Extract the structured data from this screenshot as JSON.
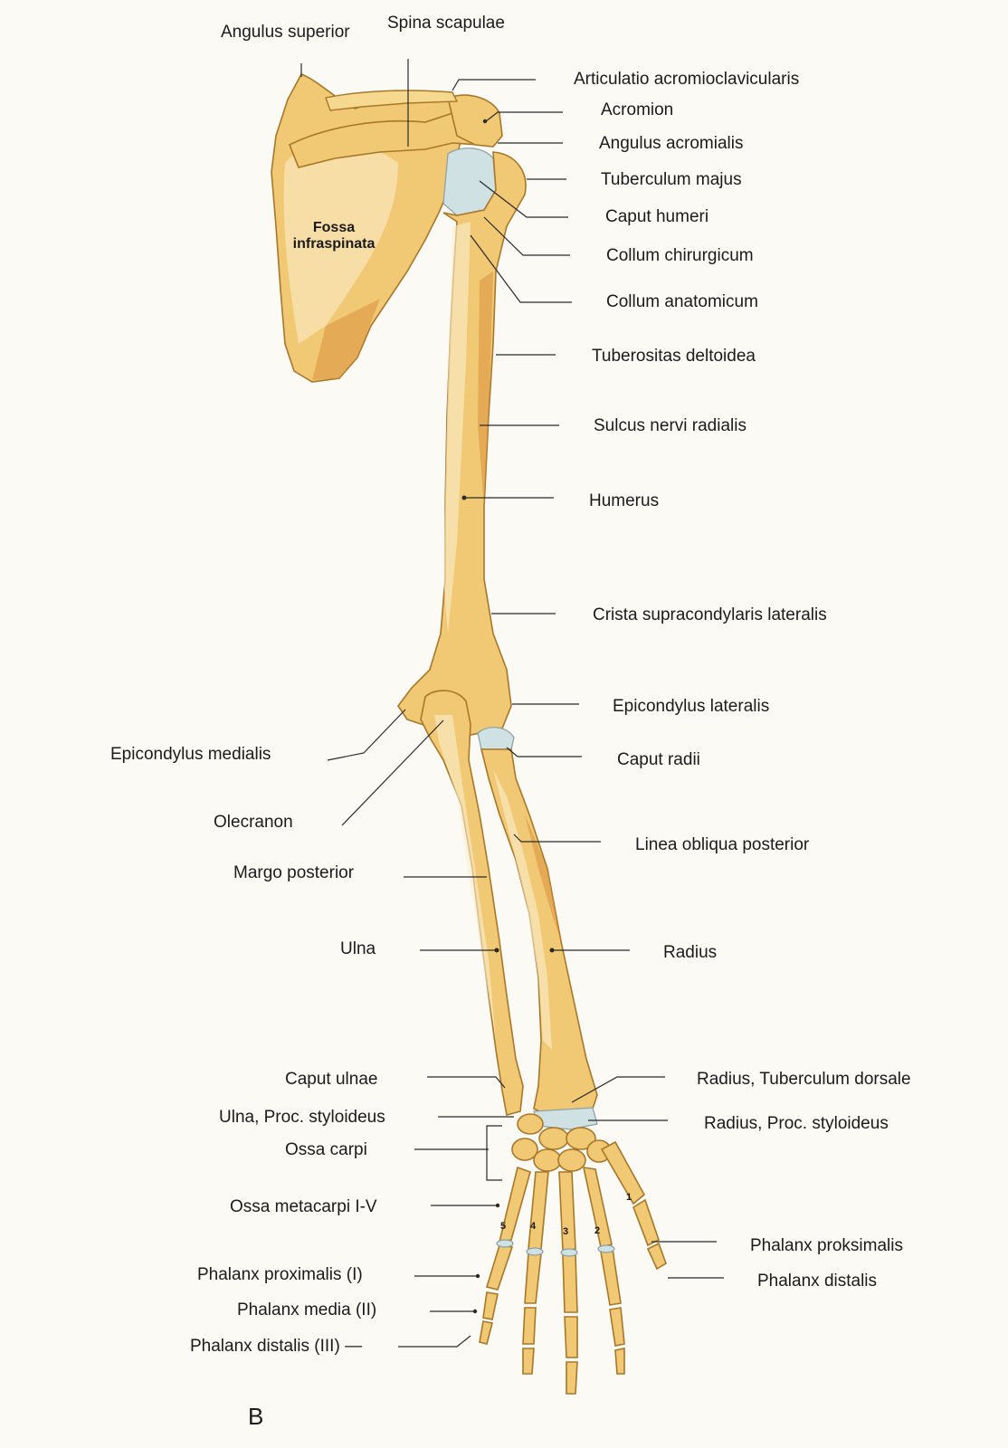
{
  "figure_letter": "B",
  "scapula_label": {
    "line1": "Fossa",
    "line2": "infraspinata"
  },
  "labels": {
    "angulus_superior": "Angulus superior",
    "spina_scapulae": "Spina scapulae",
    "articulatio_acromioclavicularis": "Articulatio acromioclavicularis",
    "acromion": "Acromion",
    "angulus_acromialis": "Angulus acromialis",
    "tuberculum_majus": "Tuberculum majus",
    "caput_humeri": "Caput humeri",
    "collum_chirurgicum": "Collum chirurgicum",
    "collum_anatomicum": "Collum anatomicum",
    "tuberositas_deltoidea": "Tuberositas deltoidea",
    "sulcus_nervi_radialis": "Sulcus nervi radialis",
    "humerus": "Humerus",
    "crista_supracondylaris_lateralis": "Crista supracondylaris lateralis",
    "epicondylus_lateralis": "Epicondylus lateralis",
    "caput_radii": "Caput radii",
    "epicondylus_medialis": "Epicondylus medialis",
    "olecranon": "Olecranon",
    "margo_posterior": "Margo posterior",
    "linea_obliqua_posterior": "Linea obliqua posterior",
    "ulna": "Ulna",
    "radius": "Radius",
    "caput_ulnae": "Caput ulnae",
    "ulna_proc_styloideus": "Ulna, Proc. styloideus",
    "ossa_carpi": "Ossa carpi",
    "radius_tuberculum_dorsale": "Radius, Tuberculum dorsale",
    "radius_proc_styloideus": "Radius, Proc. styloideus",
    "ossa_metacarpi": "Ossa metacarpi I-V",
    "phalanx_proksimalis": "Phalanx proksimalis",
    "phalanx_distalis": "Phalanx distalis",
    "phalanx_proximalis_i": "Phalanx proximalis (I)",
    "phalanx_media_ii": "Phalanx media (II)",
    "phalanx_distalis_iii": "Phalanx  distalis (III) —"
  },
  "metacarpal_numbers": [
    "1",
    "2",
    "3",
    "4",
    "5"
  ],
  "colors": {
    "bone": "#f1c873",
    "bone_outline": "#a8772a",
    "cartilage": "#cfe1e3",
    "background": "#fbfaf5"
  }
}
